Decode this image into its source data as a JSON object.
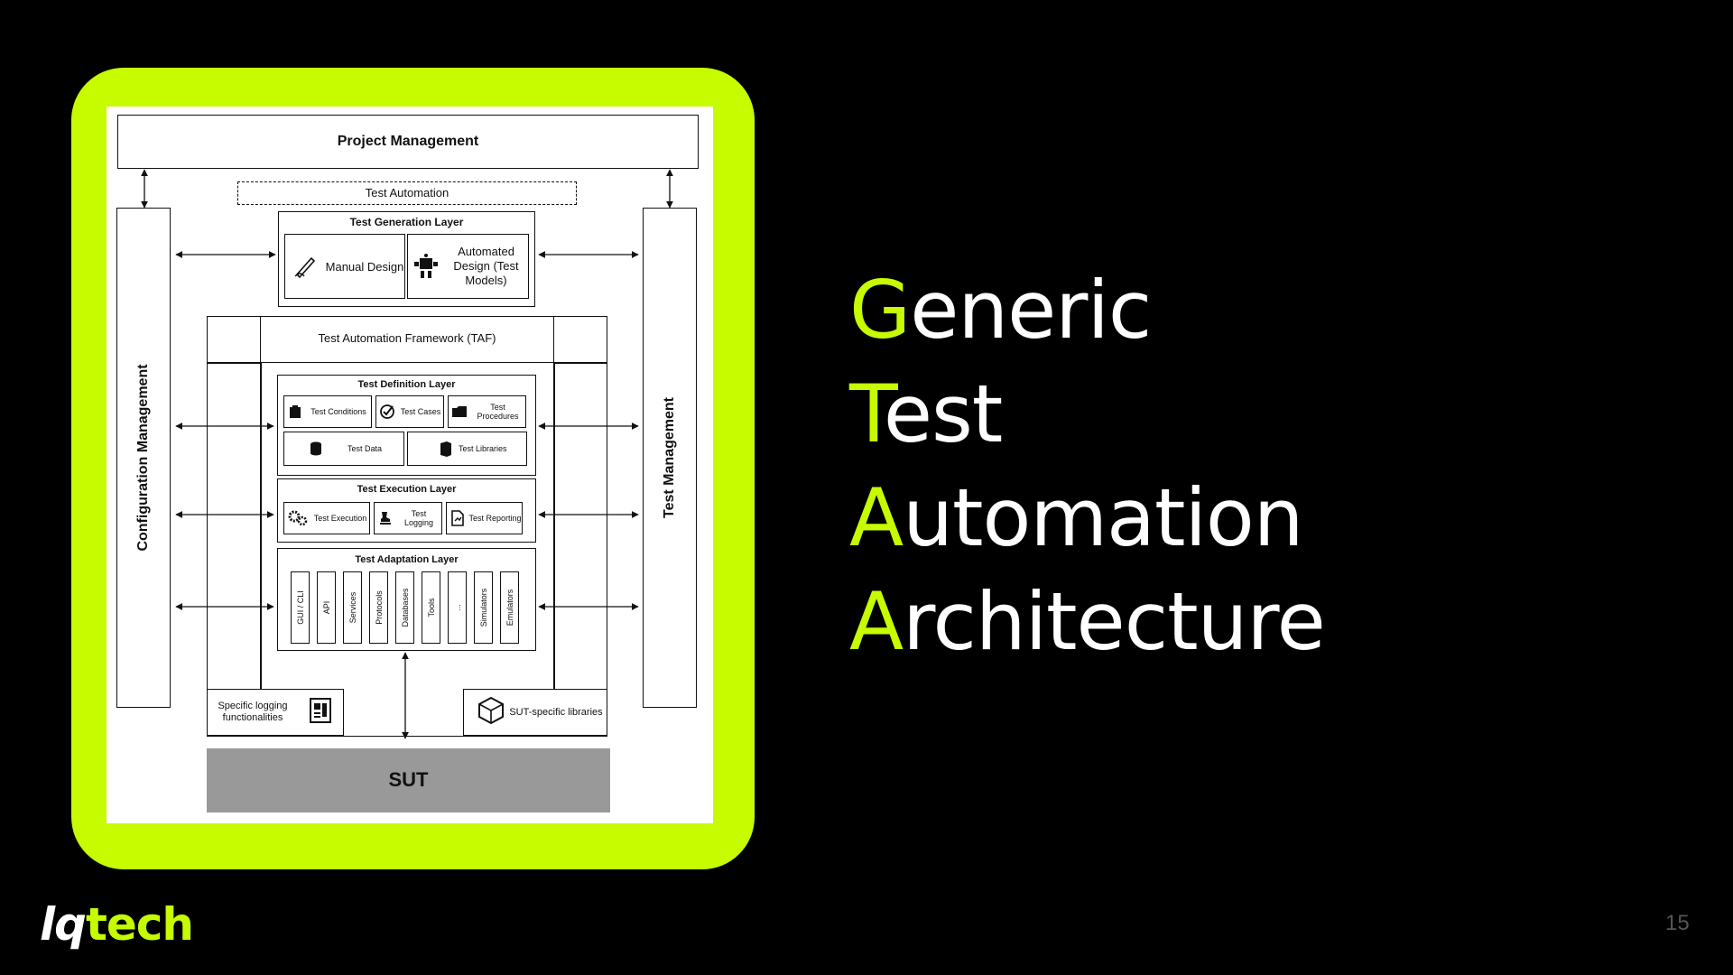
{
  "diagram": {
    "project_management": "Project Management",
    "test_automation": "Test Automation",
    "configuration_management": "Configuration Management",
    "test_management": "Test Management",
    "generation_layer": {
      "title": "Test Generation Layer",
      "manual_design": "Manual Design",
      "automated_design": "Automated Design (Test Models)"
    },
    "taf": "Test Automation Framework (TAF)",
    "definition_layer": {
      "title": "Test Definition Layer",
      "test_conditions": "Test Conditions",
      "test_cases": "Test Cases",
      "test_procedures": "Test Procedures",
      "test_data": "Test Data",
      "test_libraries": "Test Libraries"
    },
    "execution_layer": {
      "title": "Test Execution Layer",
      "test_execution": "Test Execution",
      "test_logging": "Test Logging",
      "test_reporting": "Test Reporting"
    },
    "adaptation_layer": {
      "title": "Test Adaptation Layer",
      "columns": [
        "GUI / CLI",
        "API",
        "Services",
        "Protocols",
        "Databases",
        "Tools",
        "...",
        "Simulators",
        "Emulators"
      ]
    },
    "specific_logging": "Specific logging functionalities",
    "sut_libraries": "SUT-specific libraries",
    "sut": "SUT"
  },
  "title": {
    "line1_cap": "G",
    "line1_rest": "eneric",
    "line2_cap": "T",
    "line2_rest": "est",
    "line3_cap": "A",
    "line3_rest": "utomation",
    "line4_cap": "A",
    "line4_rest": "rchitecture"
  },
  "logo": {
    "part1": "lq",
    "part2": "tech"
  },
  "page_number": "15",
  "colors": {
    "accent": "#c6fb00",
    "background": "#000000",
    "sut": "#999999"
  }
}
